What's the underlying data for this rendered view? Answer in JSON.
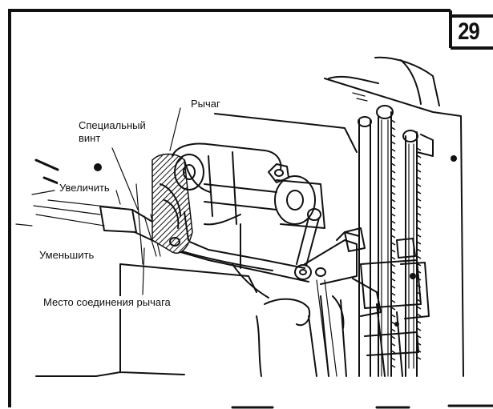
{
  "page_number": "29",
  "labels": {
    "lever": "Рычаг",
    "special_screw": "Специальный\nвинт",
    "increase": "Увеличить",
    "decrease": "Уменьшить",
    "lever_joint": "Место соединения рычага"
  }
}
